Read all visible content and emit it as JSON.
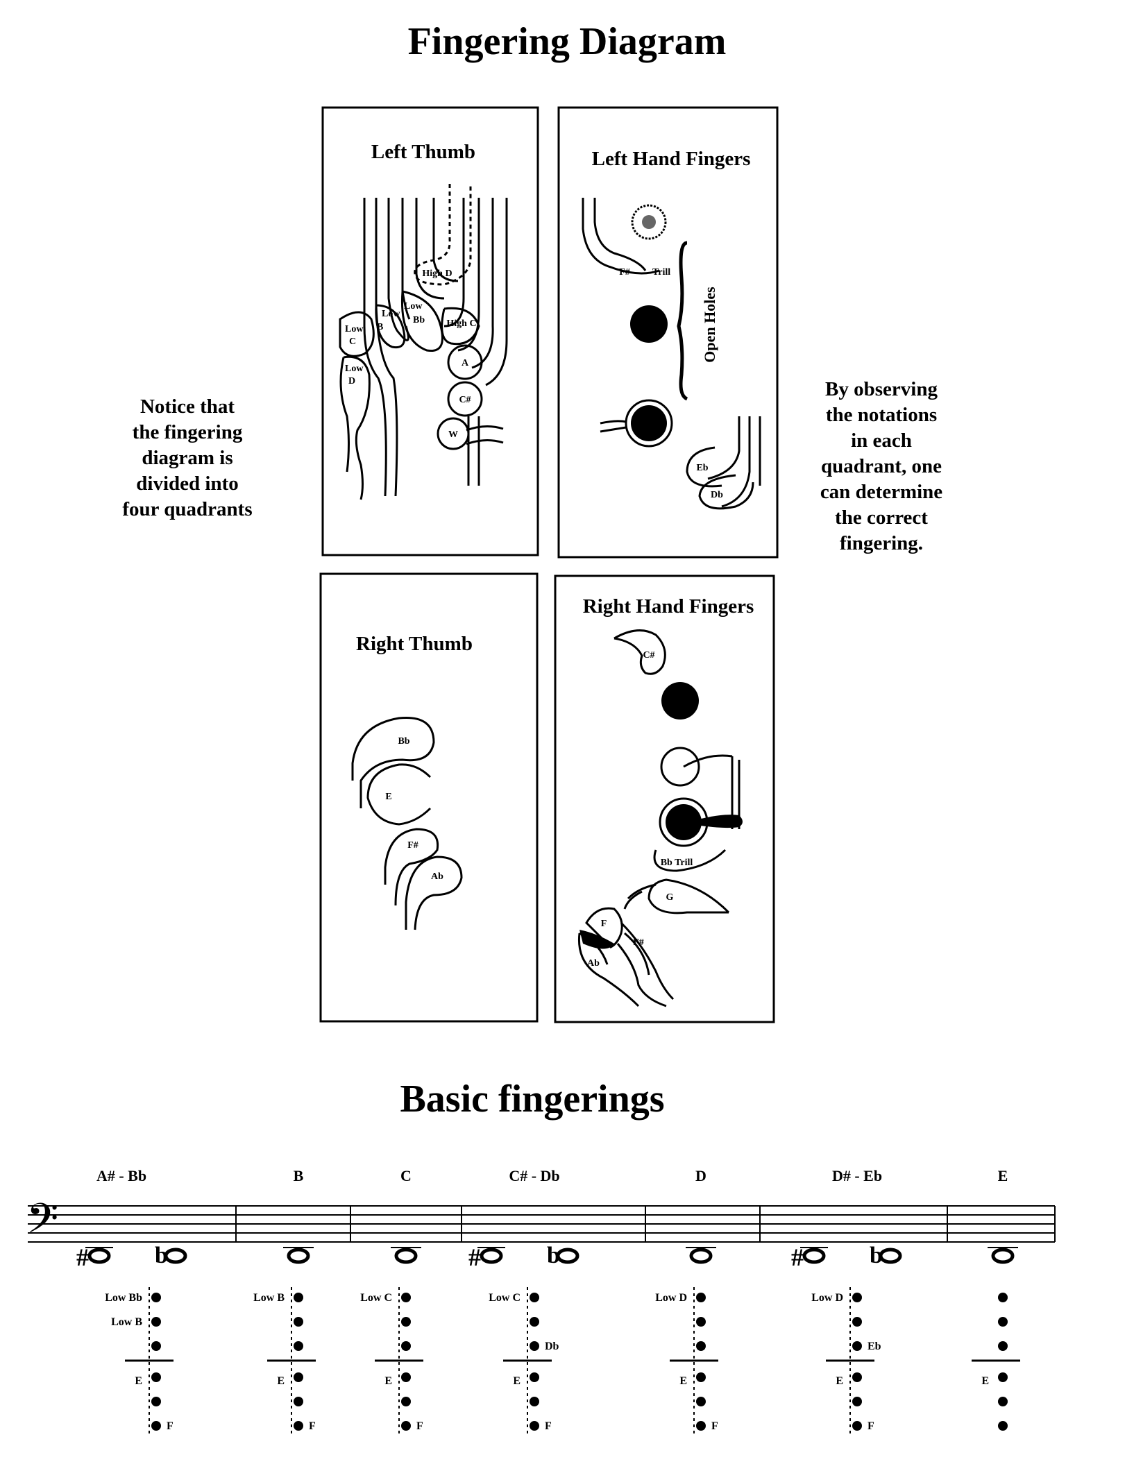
{
  "title": "Fingering Diagram",
  "note_left": [
    "Notice that",
    "the fingering",
    "diagram is",
    "divided into",
    "four quadrants"
  ],
  "note_right": [
    "By observing",
    "the notations",
    "in each",
    "quadrant, one",
    "can determine",
    "the correct",
    "fingering."
  ],
  "quadrants": {
    "lt": {
      "title": "Left Thumb",
      "keys": {
        "high_d": "High D",
        "low_b_1": "Low",
        "low_b_2": "B",
        "low_bb_1": "Low",
        "low_bb_2": "Bb",
        "low_c_1": "Low",
        "low_c_2": "C",
        "low_d_1": "Low",
        "low_d_2": "D",
        "high_c": "High C",
        "a": "A",
        "c_sharp": "C#",
        "w": "W"
      }
    },
    "lh": {
      "title": "Left Hand Fingers",
      "keys": {
        "f_sharp": "F#",
        "trill": "Trill",
        "open_holes": "Open Holes",
        "eb": "Eb",
        "db": "Db"
      }
    },
    "rt": {
      "title": "Right Thumb",
      "keys": {
        "bb": "Bb",
        "e": "E",
        "f_sharp": "F#",
        "ab": "Ab"
      }
    },
    "rh": {
      "title": "Right Hand Fingers",
      "keys": {
        "c_sharp": "C#",
        "bb_trill": "Bb Trill",
        "g": "G",
        "f": "F",
        "f_sharp": "F#",
        "ab": "Ab"
      }
    }
  },
  "basic": {
    "title": "Basic fingerings",
    "notes": [
      {
        "name": "A# - Bb",
        "labels": [
          "Low Bb",
          "Low B",
          "E",
          "F"
        ]
      },
      {
        "name": "B",
        "labels": [
          "Low B",
          "E",
          "F"
        ]
      },
      {
        "name": "C",
        "labels": [
          "Low C",
          "E",
          "F"
        ]
      },
      {
        "name": "C# - Db",
        "labels": [
          "Low C",
          "Db",
          "E",
          "F"
        ]
      },
      {
        "name": "D",
        "labels": [
          "Low D",
          "E",
          "F"
        ]
      },
      {
        "name": "D# - Eb",
        "labels": [
          "Low D",
          "Eb",
          "E",
          "F"
        ]
      },
      {
        "name": "E",
        "labels": [
          "E"
        ]
      }
    ]
  }
}
